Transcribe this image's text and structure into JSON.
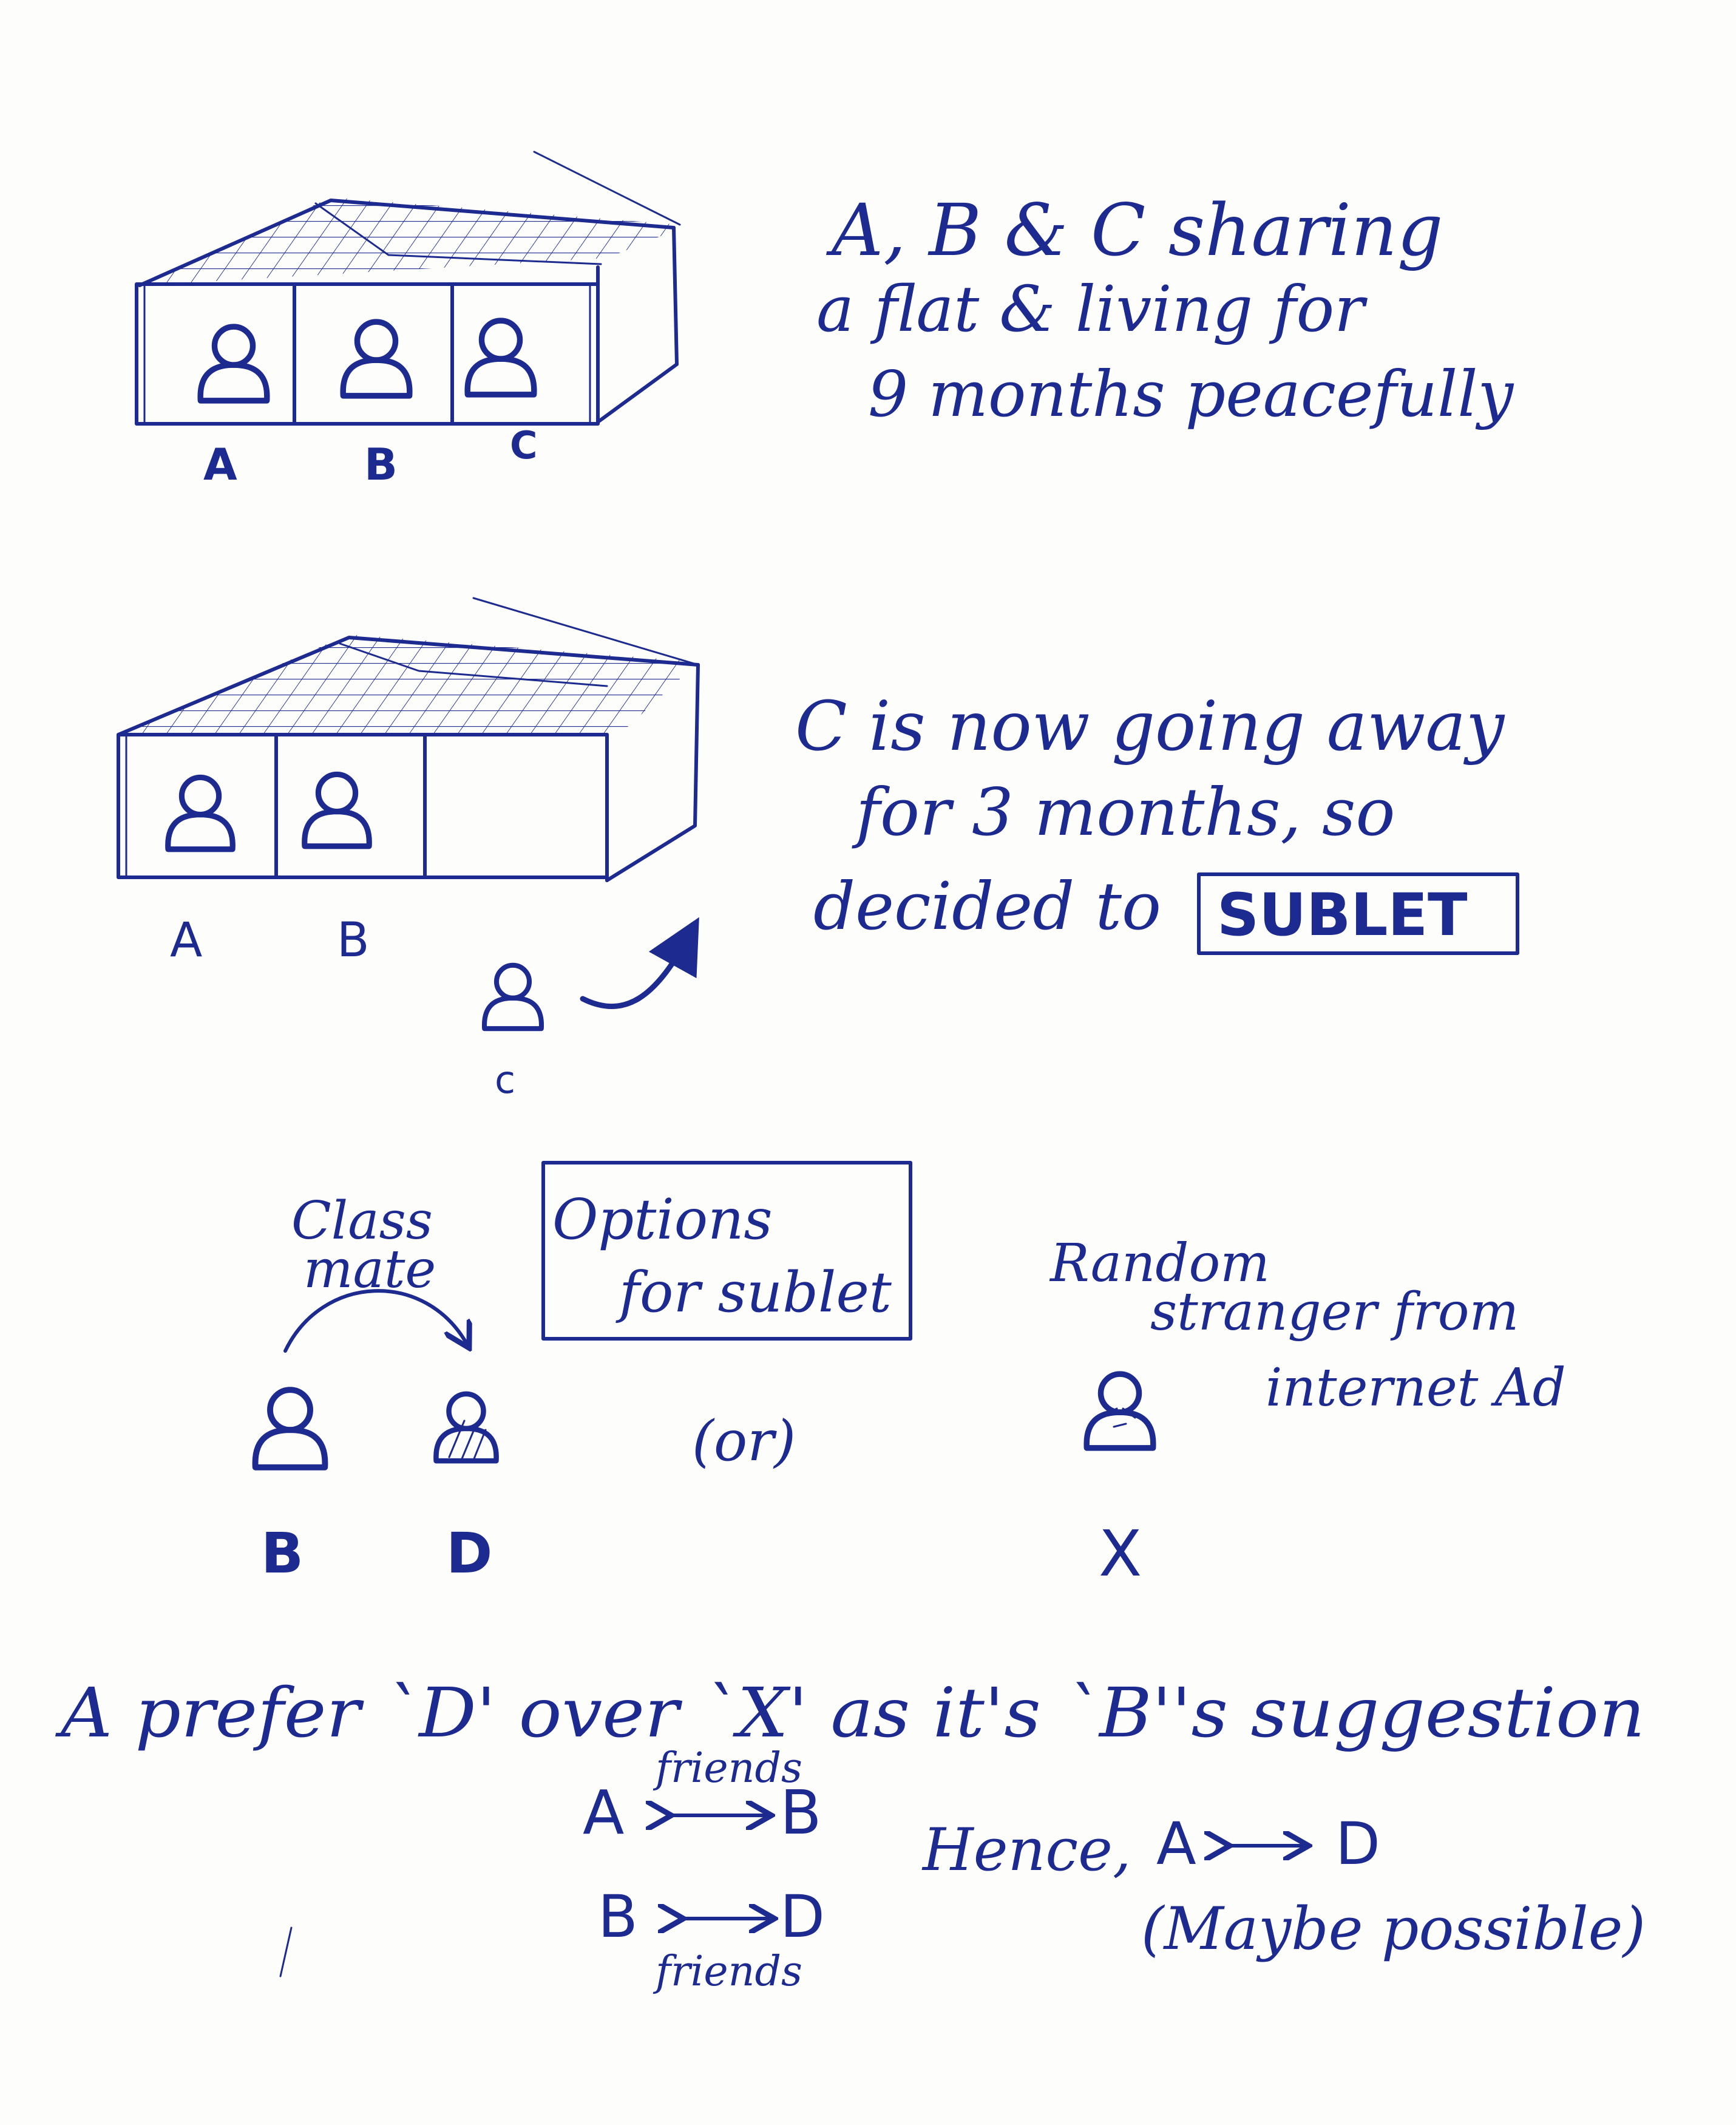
{
  "colors": {
    "ink": "#1d2a8f",
    "paper": "#fdfdfb"
  },
  "scene1": {
    "labels": [
      "A",
      "B",
      "C"
    ],
    "text": [
      "A, B & C sharing",
      "a flat & living for",
      "9 months peacefully"
    ]
  },
  "scene2": {
    "labels": [
      "A",
      "B",
      "c"
    ],
    "text_lines": [
      "C is now going away",
      "for 3 months, so",
      "decided to"
    ],
    "boxed": "SUBLET"
  },
  "scene3": {
    "classmate_lines": [
      "Class",
      "mate"
    ],
    "options_lines": [
      "Options",
      "for sublet"
    ],
    "or": "(or)",
    "stranger_lines": [
      "Random",
      "stranger from",
      "internet Ad"
    ],
    "labels": [
      "B",
      "D",
      "X"
    ]
  },
  "conclusion": {
    "sentence": "A prefer `D' over `X' as it's `B''s suggestion",
    "rel1_left": "A",
    "rel1_right": "B",
    "rel1_note": "friends",
    "rel2_left": "B",
    "rel2_right": "D",
    "rel2_note": "friends",
    "hence": "Hence,",
    "hence_left": "A",
    "hence_right": "D",
    "maybe": "(Maybe possible)"
  }
}
